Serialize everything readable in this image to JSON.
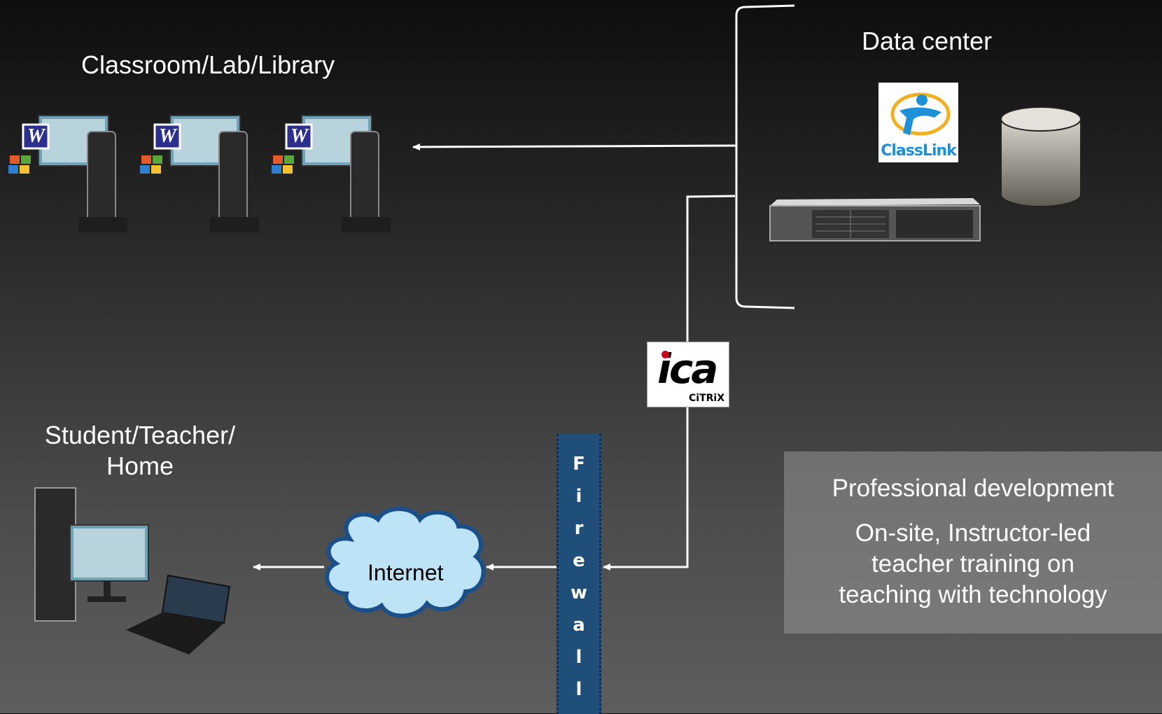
{
  "labels": {
    "classroom": "Classroom/Lab/Library",
    "datacenter": "Data center",
    "student_line1": "Student/Teacher/",
    "student_line2": "Home",
    "internet": "Internet"
  },
  "firewall": {
    "letters": [
      "F",
      "i",
      "r",
      "e",
      "w",
      "a",
      "l",
      "l"
    ]
  },
  "logos": {
    "citrix_main": "ica",
    "citrix_sub": "CiTRiX",
    "classlink": "ClassLink",
    "word_badge": "W"
  },
  "professional_development": {
    "title": "Professional development",
    "lines": [
      "On-site, Instructor-led",
      "teacher training on",
      "teaching with technology"
    ]
  },
  "colors": {
    "firewall": "#1f4e79",
    "cloud_fill": "#bde3f7",
    "cloud_stroke": "#1b4f8a",
    "arrow": "#ffffff"
  }
}
